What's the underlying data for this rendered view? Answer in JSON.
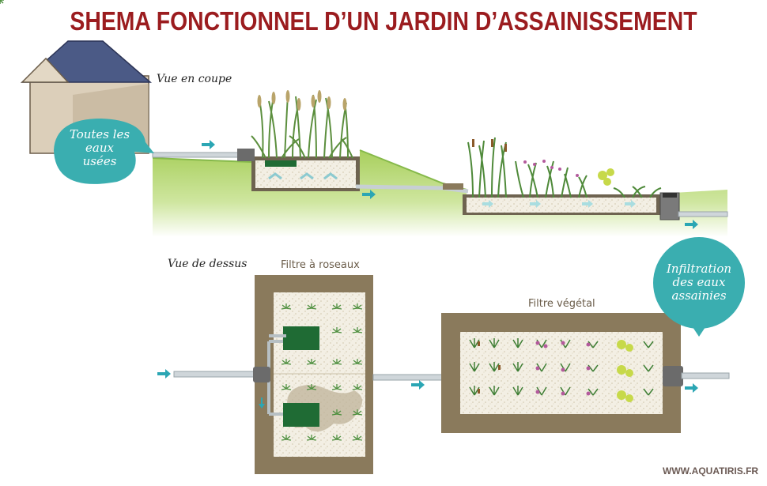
{
  "title": "SHEMA FONCTIONNEL D’UN JARDIN D’ASSAINISSEMENT",
  "section_cross": "Vue en coupe",
  "section_top": "Vue de dessus",
  "bubble_house": [
    "Toutes les",
    "eaux",
    "usées"
  ],
  "bubble_infiltration": [
    "Infiltration",
    "des eaux",
    "assainies"
  ],
  "filter_reeds": "Filtre à roseaux",
  "filter_plants": "Filtre végétal",
  "footer": "WWW.AQUATIRIS.FR",
  "colors": {
    "title": "#9b1c1f",
    "bubble": "#3aaeb0",
    "arrow": "#2ba6b4",
    "soil": "#8a7a5c",
    "gravel": "#f2eee3",
    "grass": "#9cc75a",
    "roof": "#4b5a86",
    "house_wall": "#dccfba",
    "box_green": "#1f6b34"
  }
}
